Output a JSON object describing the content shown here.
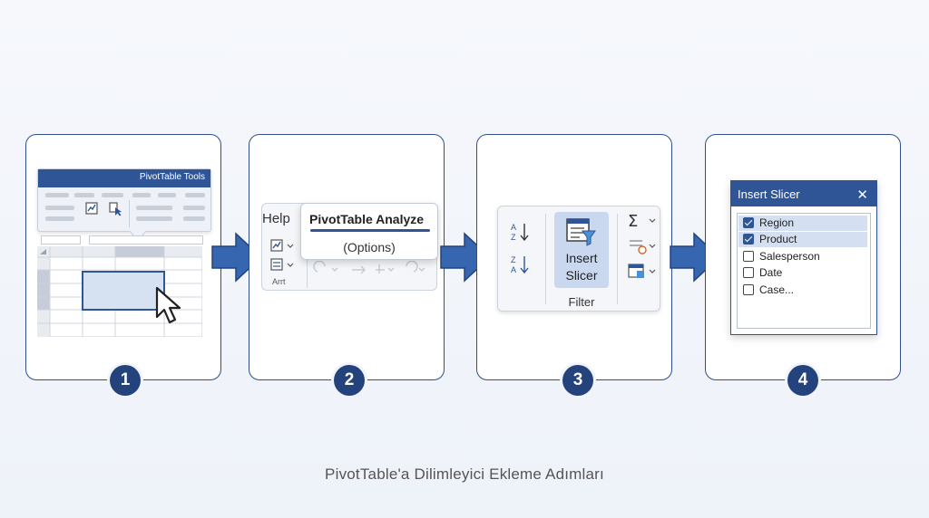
{
  "caption": "PivotTable'a Dilimleyici Ekleme Adımları",
  "colors": {
    "accent": "#2f5597",
    "badge": "#24427c",
    "panel_border": "#2f4f8a",
    "highlight": "#c9d8ef"
  },
  "steps": [
    {
      "number": "1",
      "ribbon_title": "PivotTable Tools"
    },
    {
      "number": "2",
      "menu_left": "Help",
      "tab_label": "PivotTable Analyze",
      "options_label": "(Options)",
      "group_label": "Arrt"
    },
    {
      "number": "3",
      "button_line1": "Insert",
      "button_line2": "Slicer",
      "group_label": "Filter"
    },
    {
      "number": "4",
      "dialog_title": "Insert Slicer",
      "close_glyph": "✕",
      "fields": [
        {
          "label": "Region",
          "checked": true
        },
        {
          "label": "Product",
          "checked": true
        },
        {
          "label": "Salesperson",
          "checked": false
        },
        {
          "label": "Date",
          "checked": false
        },
        {
          "label": "Case...",
          "checked": false
        }
      ]
    }
  ]
}
